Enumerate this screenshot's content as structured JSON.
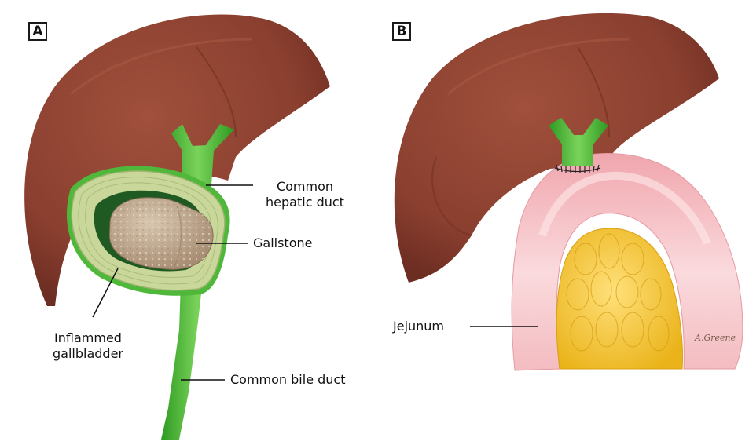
{
  "panels": [
    {
      "tag": "A"
    },
    {
      "tag": "B"
    }
  ],
  "labels": {
    "common_hepatic_duct": [
      "Common",
      "hepatic duct"
    ],
    "gallstone": "Gallstone",
    "inflamed_gallbladder": [
      "Inflammed",
      "gallbladder"
    ],
    "common_bile_duct": "Common bile duct",
    "jejunum": "Jejunum"
  },
  "artist_signature": "A.Greene",
  "colors": {
    "liver": "#8e4232",
    "liver_dark": "#6e2e22",
    "duct_green": "#3fb52b",
    "duct_green_light": "#7ad35a",
    "gallbladder_wall": "#c9d79a",
    "gallbladder_dark": "#1f5a22",
    "gallstone": "#bda58c",
    "jejunum_pink": "#f3b9bd",
    "jejunum_inner": "#fbe0e1",
    "fat_yellow": "#f2c12a"
  }
}
